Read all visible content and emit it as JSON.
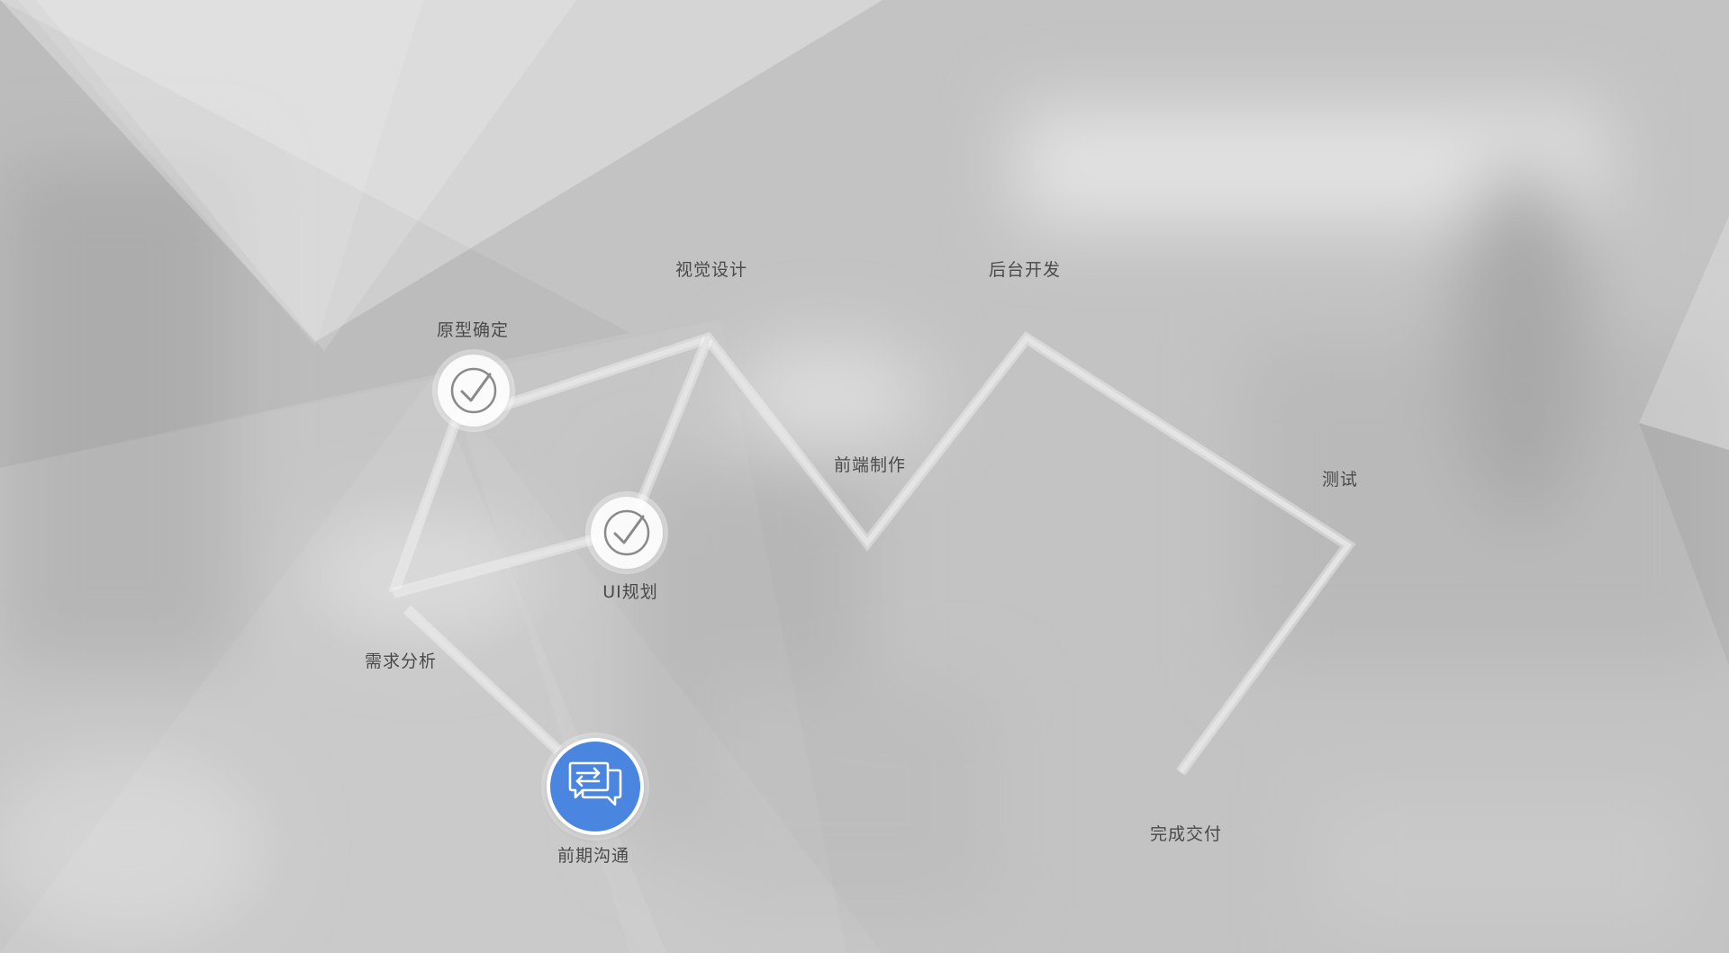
{
  "process": {
    "steps": [
      {
        "id": "communication",
        "label": "前期沟通",
        "status": "active",
        "icon": "chat-exchange-icon"
      },
      {
        "id": "requirements",
        "label": "需求分析",
        "status": "pending"
      },
      {
        "id": "prototype",
        "label": "原型确定",
        "status": "done",
        "icon": "check-icon"
      },
      {
        "id": "ui-planning",
        "label": "UI规划",
        "status": "done",
        "icon": "check-icon"
      },
      {
        "id": "visual-design",
        "label": "视觉设计",
        "status": "pending"
      },
      {
        "id": "frontend",
        "label": "前端制作",
        "status": "pending"
      },
      {
        "id": "backend",
        "label": "后台开发",
        "status": "pending"
      },
      {
        "id": "testing",
        "label": "测试",
        "status": "pending"
      },
      {
        "id": "delivery",
        "label": "完成交付",
        "status": "pending"
      }
    ]
  },
  "colors": {
    "background": "#c4c4c4",
    "active": "#4a86e0",
    "path": "#e4e4e4",
    "label": "#4a4a4a",
    "check": "#8a8a8a"
  }
}
